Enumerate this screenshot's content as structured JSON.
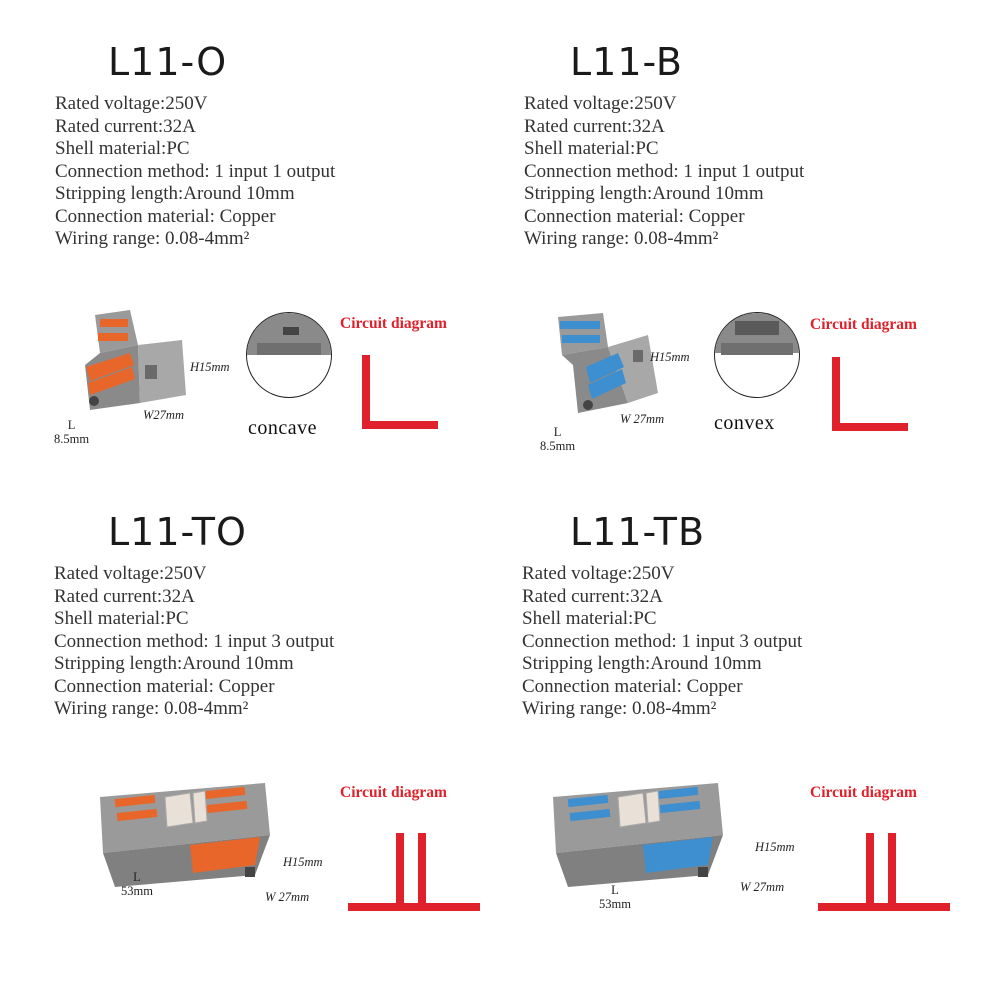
{
  "panels": [
    {
      "title": "L11-O",
      "specs": [
        "Rated voltage:250V",
        "Rated current:32A",
        "Shell material:PC",
        "Connection method: 1 input 1 output",
        "Stripping length:Around 10mm",
        "Connection material: Copper",
        "Wiring range: 0.08-4mm²"
      ],
      "dims": {
        "height": "H15mm",
        "width": "W27mm",
        "length_label": "L",
        "length_value": "8.5mm"
      },
      "shape_label": "concave",
      "circuit_label": "Circuit diagram",
      "lever_color": "#e8662a"
    },
    {
      "title": "L11-B",
      "specs": [
        "Rated voltage:250V",
        "Rated current:32A",
        "Shell material:PC",
        "Connection method: 1 input 1 output",
        "Stripping length:Around 10mm",
        "Connection material: Copper",
        "Wiring range: 0.08-4mm²"
      ],
      "dims": {
        "height": "H15mm",
        "width": "W 27mm",
        "length_label": "L",
        "length_value": "8.5mm"
      },
      "shape_label": "convex",
      "circuit_label": "Circuit diagram",
      "lever_color": "#3d8fd0"
    },
    {
      "title": "L11-TO",
      "specs": [
        "Rated voltage:250V",
        "Rated current:32A",
        "Shell material:PC",
        "Connection method: 1 input 3 output",
        "Stripping length:Around 10mm",
        "Connection material: Copper",
        "Wiring range: 0.08-4mm²"
      ],
      "dims": {
        "height": "H15mm",
        "width": "W 27mm",
        "length_label": "L",
        "length_value": "53mm"
      },
      "circuit_label": "Circuit diagram",
      "lever_color": "#e8662a"
    },
    {
      "title": "L11-TB",
      "specs": [
        "Rated voltage:250V",
        "Rated current:32A",
        "Shell material:PC",
        "Connection method: 1 input 3 output",
        "Stripping length:Around 10mm",
        "Connection material: Copper",
        "Wiring range: 0.08-4mm²"
      ],
      "dims": {
        "height": "H15mm",
        "width": "W 27mm",
        "length_label": "L",
        "length_value": "53mm"
      },
      "circuit_label": "Circuit diagram",
      "lever_color": "#3d8fd0"
    }
  ],
  "colors": {
    "circuit": "#e0202a",
    "housing": "#8a8a8a"
  }
}
